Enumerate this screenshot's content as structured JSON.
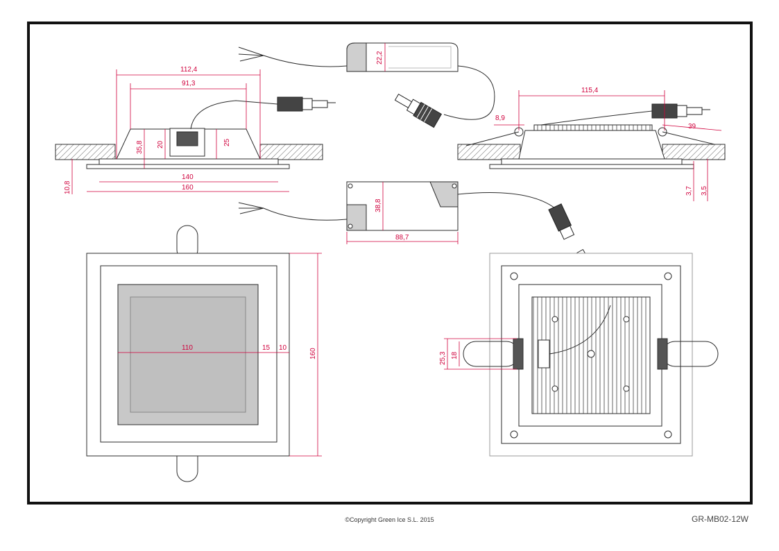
{
  "drawing": {
    "copyright": "©Copyright Green Ice S.L. 2015",
    "model": "GR-MB02-12W",
    "colors": {
      "line": "#2b2b2b",
      "dimension": "#d0003c",
      "panel_fill": "#c8c8c8",
      "driver_fill": "#dcdcdc"
    },
    "side_view_left": {
      "overall_width": "112,4",
      "body_width": "91,3",
      "height_total": "35,8",
      "height_mid": "20",
      "height_inner": "25",
      "glass_width": "140",
      "frame_width": "160",
      "frame_height": "10,8"
    },
    "side_view_right": {
      "body_width": "115,4",
      "spring_offset": "8,9",
      "spring_length": "39",
      "glass_thickness": "3,7",
      "frame_thickness": "3,5"
    },
    "driver_top": {
      "height": "22,2"
    },
    "driver_bottom": {
      "height": "38,8",
      "length": "88,7"
    },
    "front_view": {
      "panel": "110",
      "inner_border": "15",
      "outer_border": "10",
      "overall": "160"
    },
    "back_view": {
      "spring_height": "25,3",
      "spring_inner": "18"
    }
  }
}
